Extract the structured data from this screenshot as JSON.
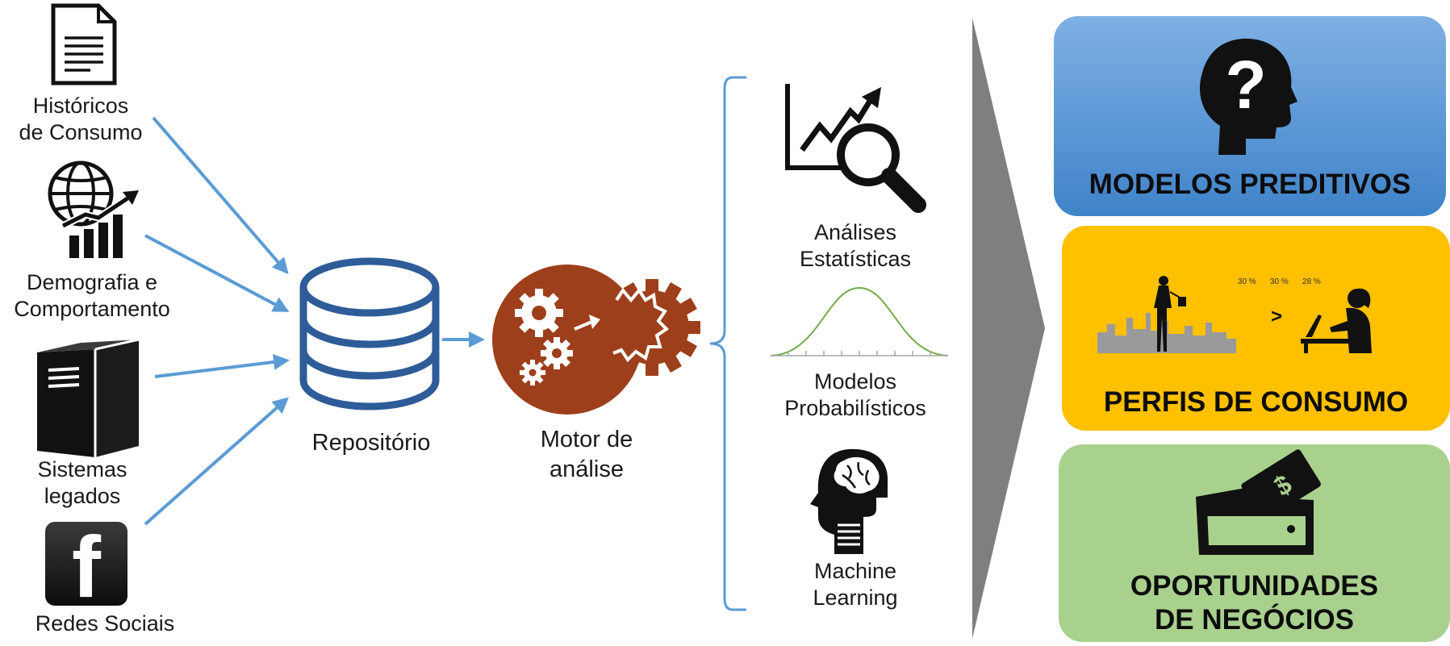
{
  "sources": [
    {
      "label": "Históricos\nde Consumo",
      "icon": "document-icon"
    },
    {
      "label": "Demografia e\nComportamento",
      "icon": "globe-growth-chart-icon"
    },
    {
      "label": "Sistemas\nlegados",
      "icon": "server-tower-icon"
    },
    {
      "label": "Redes Sociais",
      "icon": "facebook-icon"
    }
  ],
  "repository": {
    "label": "Repositório",
    "icon": "database-icon"
  },
  "engine": {
    "label": "Motor de\nanálise",
    "icon": "gears-icon"
  },
  "methods": [
    {
      "label": "Análises\nEstatísticas",
      "icon": "chart-magnifier-icon"
    },
    {
      "label": "Modelos\nProbabilísticos",
      "icon": "bell-curve-icon"
    },
    {
      "label": "Machine\nLearning",
      "icon": "robot-head-brain-icon"
    }
  ],
  "outcomes": [
    {
      "title": "MODELOS PREDITIVOS",
      "icon": "head-question-icon",
      "color": "#5b9bd5"
    },
    {
      "title": "PERFIS DE CONSUMO",
      "icon": "shopper-vs-online-icon",
      "color": "#ffc000",
      "stats": [
        "30 %",
        "30 %",
        "28 %"
      ],
      "compare": ">"
    },
    {
      "title": "OPORTUNIDADES\nDE NEGÓCIOS",
      "icon": "wallet-money-icon",
      "color": "#a9d18e"
    }
  ],
  "colors": {
    "arrow": "#5b9bd5",
    "database": "#2e5c99",
    "engine": "#9e3f1b",
    "chevron": "#7f7f7f",
    "bracket": "#5b9bd5"
  }
}
